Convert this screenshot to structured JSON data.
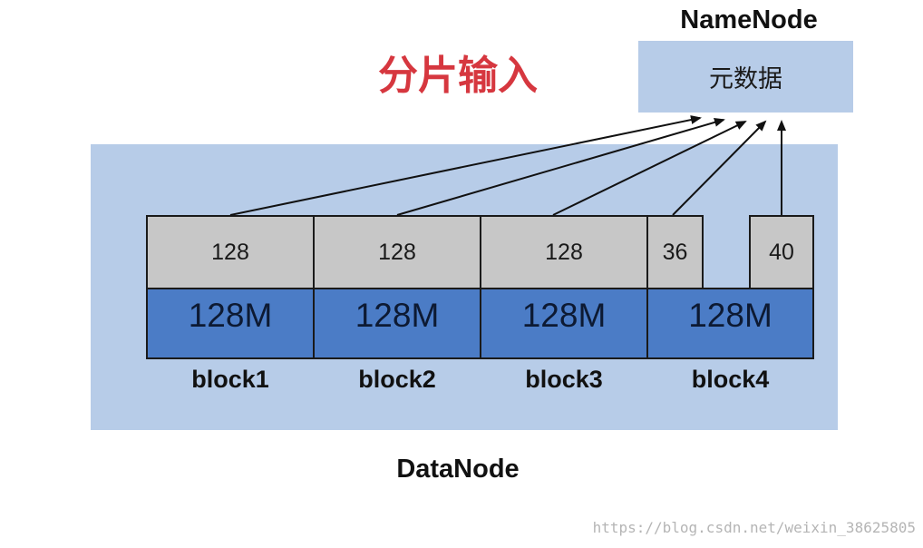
{
  "heading": "分片输入",
  "namenode": {
    "title": "NameNode",
    "box_label": "元数据"
  },
  "datanode": {
    "title": "DataNode"
  },
  "blocks": [
    {
      "label": "block1",
      "size": "128M"
    },
    {
      "label": "block2",
      "size": "128M"
    },
    {
      "label": "block3",
      "size": "128M"
    },
    {
      "label": "block4",
      "size": "128M"
    }
  ],
  "splits": [
    "128",
    "128",
    "128",
    "36",
    "40"
  ],
  "watermark": "https://blog.csdn.net/weixin_38625805",
  "colors": {
    "heading": "#d6373f",
    "panel": "#b7cce8",
    "block": "#4b7cc6",
    "split": "#c7c7c7"
  }
}
